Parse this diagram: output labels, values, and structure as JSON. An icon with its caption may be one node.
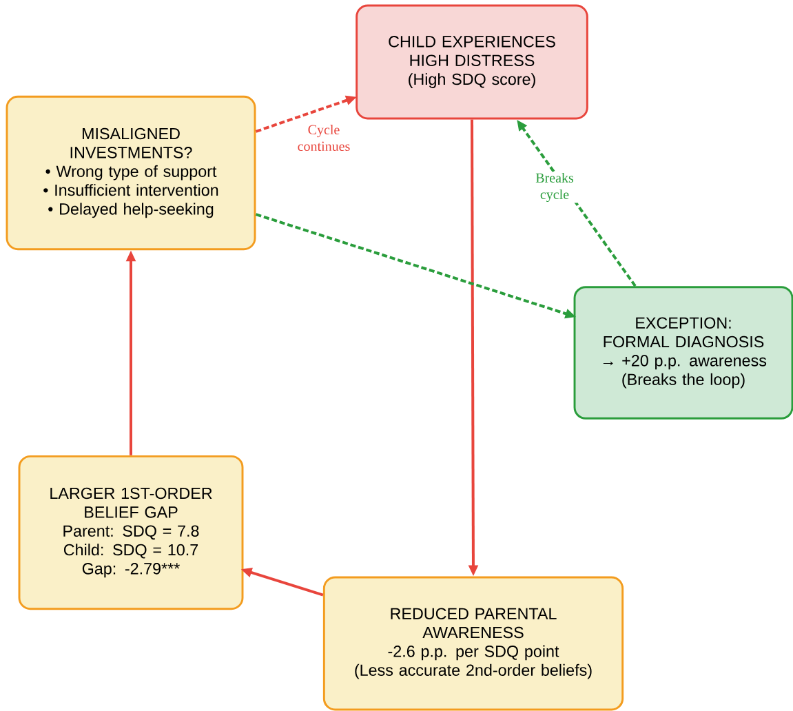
{
  "diagram": {
    "nodes": [
      {
        "text": [
          "CHILD EXPERIENCES HIGH DISTRESS",
          "(High SDQ score)"
        ]
      },
      {
        "text": [
          "MISALIGNED INVESTMENTS?",
          "• Wrong type of support",
          "• Insufficient intervention",
          "• Delayed help-seeking"
        ]
      },
      {
        "text": [
          "EXCEPTION: FORMAL DIAGNOSIS",
          "→ +20 p.p. awareness",
          "(Breaks the loop)"
        ]
      },
      {
        "text": [
          "LARGER 1ST-ORDER BELIEF GAP",
          "Parent: SDQ = 7.8",
          "Child: SDQ = 10.7",
          "Gap: -2.79***"
        ]
      },
      {
        "text": [
          "REDUCED PARENTAL AWARENESS",
          "-2.6 p.p. per SDQ point",
          "(Less accurate 2nd-order beliefs)"
        ]
      }
    ],
    "edges": [
      {
        "from": 0,
        "to": 4,
        "arrow": "to"
      },
      {
        "from": 4,
        "to": 3,
        "arrow": "to"
      },
      {
        "from": 3,
        "to": 1,
        "arrow": "to"
      },
      {
        "from": 1,
        "to": 0,
        "arrow": "to",
        "label": "Cycle continues",
        "style": "dashed"
      },
      {
        "from": 1,
        "to": 2,
        "arrow": "to",
        "style": "dashed",
        "color": "#2a9d3c"
      },
      {
        "from": 2,
        "to": 0,
        "arrow": "to",
        "label": "Breaks cycle",
        "style": "dashed",
        "color": "#2a9d3c"
      }
    ]
  }
}
